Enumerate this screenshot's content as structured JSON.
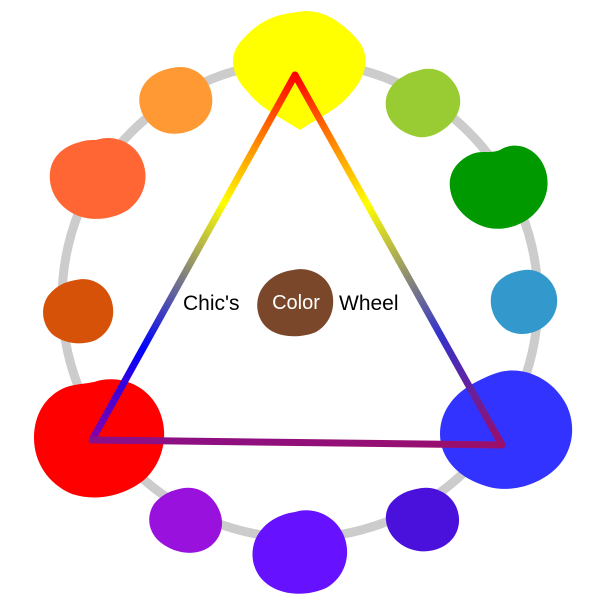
{
  "title": {
    "left": "Chic's",
    "center": "Color",
    "right": "Wheel",
    "center_blob_color": "#7a472b"
  },
  "ring_color": "#cccccc",
  "triangle": {
    "gradient_top": [
      "#ffff00",
      "#ff0000",
      "#9a1a5a"
    ],
    "gradient_left": [
      "#ffff00",
      "#0000ff"
    ],
    "gradient_bottom": [
      "#9a0f6a",
      "#8a0f7a"
    ]
  },
  "blobs": [
    {
      "name": "yellow",
      "color": "#ffff00"
    },
    {
      "name": "yellow-green",
      "color": "#99cc33"
    },
    {
      "name": "green",
      "color": "#009900"
    },
    {
      "name": "blue-green",
      "color": "#3399cc"
    },
    {
      "name": "blue",
      "color": "#3333ff"
    },
    {
      "name": "blue-violet",
      "color": "#4a11dd"
    },
    {
      "name": "violet",
      "color": "#6611ff"
    },
    {
      "name": "red-violet",
      "color": "#9911dd"
    },
    {
      "name": "red",
      "color": "#ff0000"
    },
    {
      "name": "red-orange",
      "color": "#d55208"
    },
    {
      "name": "orange",
      "color": "#ff6633"
    },
    {
      "name": "yellow-orange",
      "color": "#ff9933"
    }
  ]
}
